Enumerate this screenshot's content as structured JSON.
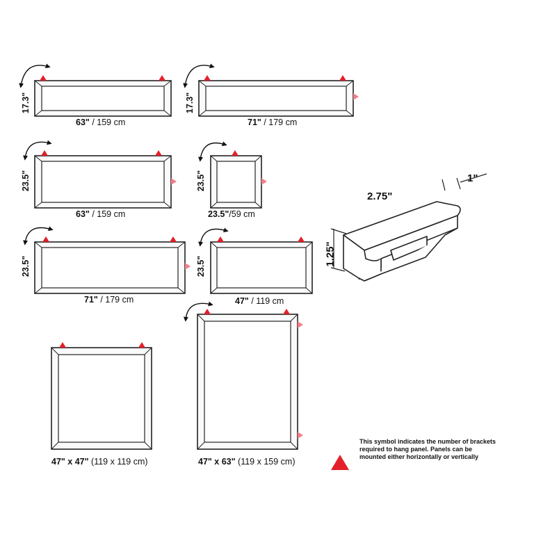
{
  "panels": [
    {
      "width_label": "63\"",
      "width_cm": "/ 159 cm",
      "height_label": "17.3\""
    },
    {
      "width_label": "71\"",
      "width_cm": "/ 179 cm",
      "height_label": "17.3\""
    },
    {
      "width_label": "63\"",
      "width_cm": "/ 159 cm",
      "height_label": "23.5\""
    },
    {
      "width_label": "23.5\"",
      "width_cm": "/59 cm",
      "height_label": "23.5\""
    },
    {
      "width_label": "71\"",
      "width_cm": "/ 179 cm",
      "height_label": "23.5\""
    },
    {
      "width_label": "47\"",
      "width_cm": "/ 119 cm",
      "height_label": "23.5\""
    },
    {
      "width_label": "47\" x 47\"",
      "width_cm": "(119 x 119 cm)",
      "height_label": ""
    },
    {
      "width_label": "47\" x 63\"",
      "width_cm": "(119 x 159 cm)",
      "height_label": ""
    }
  ],
  "profile": {
    "length_label": "2.75\"",
    "depth_label": "1\"",
    "height_label": "1.25\""
  },
  "legend": {
    "text": "This symbol indicates the number of brackets required to hang panel. Panels can be mounted either horizontally or vertically"
  },
  "colors": {
    "bracket": "#e3202a",
    "side_bracket": "#f07f8a",
    "line": "#222222",
    "frame_fill": "#fafafa"
  }
}
